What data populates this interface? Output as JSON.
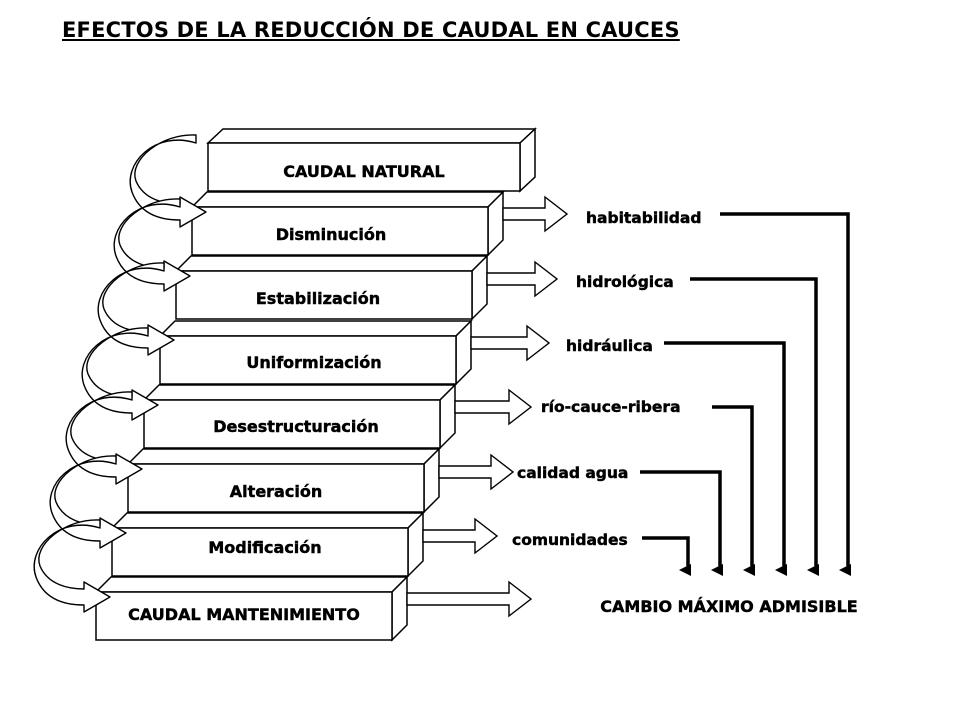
{
  "title": "EFECTOS DE LA REDUCCIÓN DE CAUDAL EN CAUCES",
  "steps": [
    "CAUDAL NATURAL",
    "Disminución",
    "Estabilización",
    "Uniformización",
    "Desestructuración",
    "Alteración",
    "Modificación",
    "CAUDAL MANTENIMIENTO"
  ],
  "effects": [
    "habitabilidad",
    "hidrológica",
    "hidráulica",
    "río-cauce-ribera",
    "calidad agua",
    "comunidades"
  ],
  "result": "CAMBIO MÁXIMO ADMISIBLE",
  "colors": {
    "stroke": "#000000",
    "fill": "#ffffff"
  }
}
